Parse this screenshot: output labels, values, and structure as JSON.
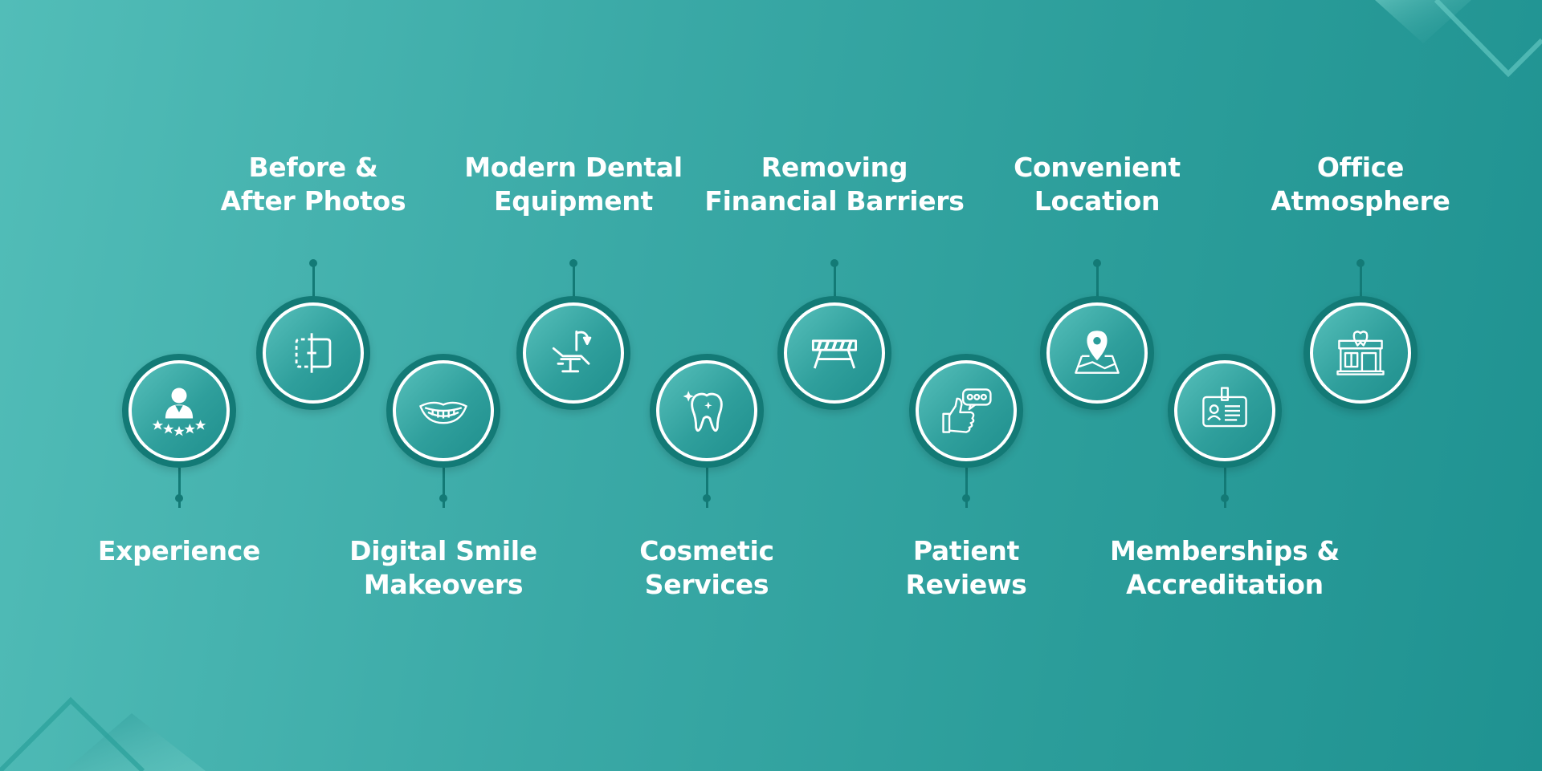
{
  "colors": {
    "background_start": "#52bdb8",
    "background_end": "#1f9291",
    "node_ring": "#137a76",
    "text": "#ffffff"
  },
  "items": [
    {
      "lines": [
        "Experience"
      ],
      "icon": "dentist-rating-icon"
    },
    {
      "lines": [
        "Before &",
        "After Photos"
      ],
      "icon": "before-after-frame-icon"
    },
    {
      "lines": [
        "Digital Smile",
        "Makeovers"
      ],
      "icon": "smile-icon"
    },
    {
      "lines": [
        "Modern Dental",
        "Equipment"
      ],
      "icon": "dental-chair-icon"
    },
    {
      "lines": [
        "Cosmetic",
        "Services"
      ],
      "icon": "sparkling-tooth-icon"
    },
    {
      "lines": [
        "Removing",
        "Financial Barriers"
      ],
      "icon": "barrier-icon"
    },
    {
      "lines": [
        "Patient",
        "Reviews"
      ],
      "icon": "thumbs-up-review-icon"
    },
    {
      "lines": [
        "Convenient",
        "Location"
      ],
      "icon": "map-pin-icon"
    },
    {
      "lines": [
        "Memberships &",
        "Accreditation"
      ],
      "icon": "id-badge-icon"
    },
    {
      "lines": [
        "Office",
        "Atmosphere"
      ],
      "icon": "dental-office-icon"
    }
  ]
}
